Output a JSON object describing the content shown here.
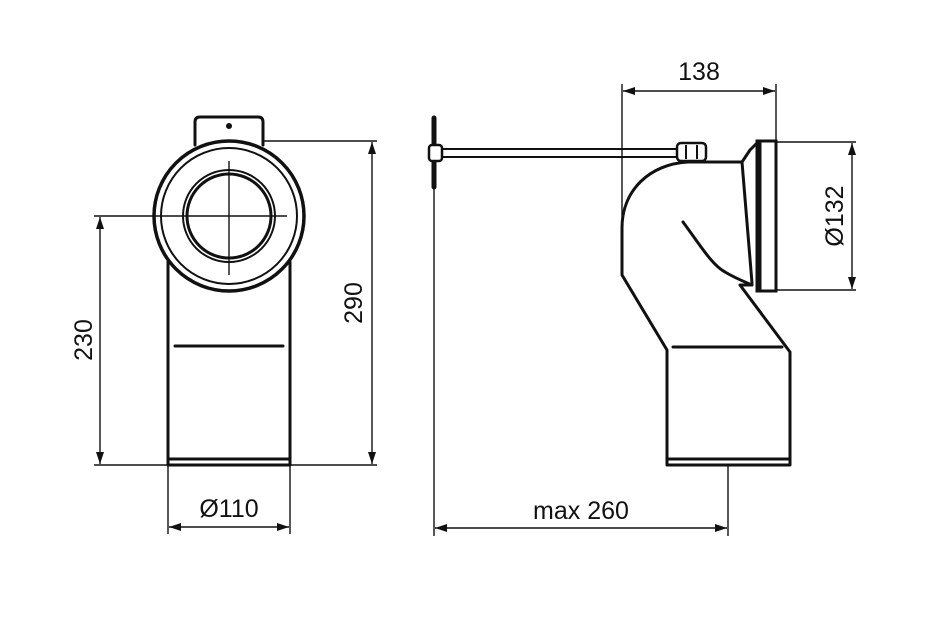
{
  "front_view": {
    "height_to_center": "230",
    "total_height": "290",
    "outlet_diameter": "Ø110"
  },
  "side_view": {
    "offset": "138",
    "inlet_diameter": "Ø132",
    "max_length": "max 260"
  },
  "colors": {
    "line": "#111111",
    "background": "#ffffff"
  }
}
